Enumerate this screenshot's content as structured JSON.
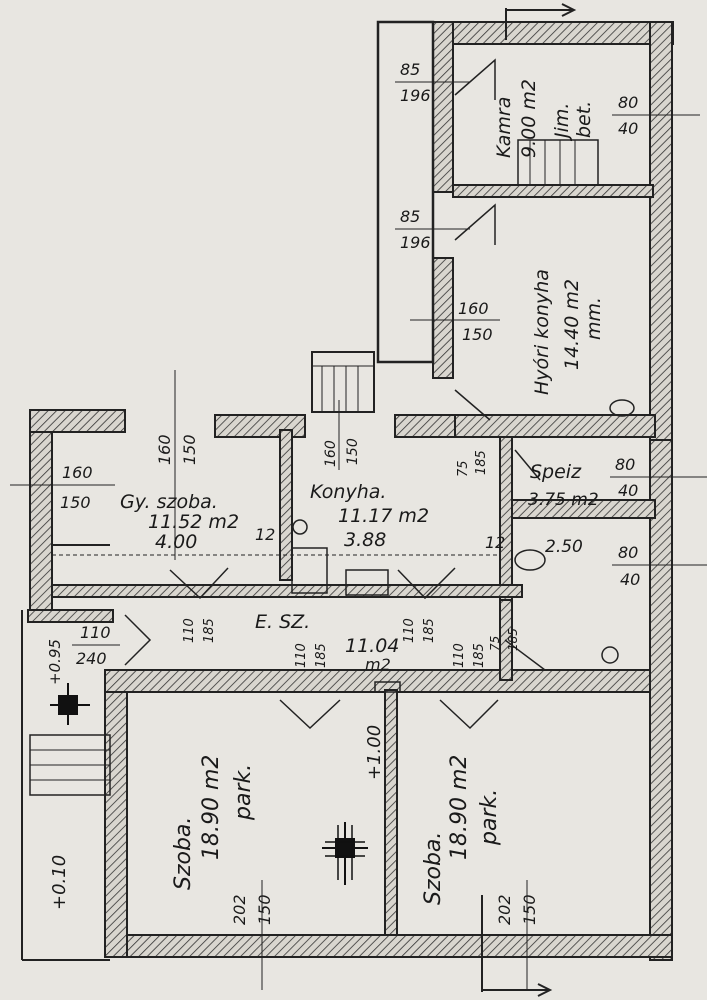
{
  "rooms": {
    "kamra": {
      "name": "Kamra",
      "area": "9.00 m2",
      "note1": "Jim.",
      "note2": "bet."
    },
    "hyori": {
      "name": "Hyóri konyha",
      "area": "14.40 m2",
      "floor": "mm."
    },
    "konyha": {
      "name": "Konyha.",
      "area": "11.17 m2",
      "height": "3.88"
    },
    "gyszoba": {
      "name": "Gy. szoba.",
      "area": "11.52 m2",
      "height": "4.00"
    },
    "speiz": {
      "name": "Speiz",
      "area": "3.75 m2"
    },
    "furdo": {
      "height": "2.50"
    },
    "esz": {
      "name": "E. SZ.",
      "area_num": "11.04",
      "area_unit": "m2"
    },
    "szoba1": {
      "name": "Szoba.",
      "area": "18.90 m2",
      "floor": "park."
    },
    "szoba2": {
      "name": "Szoba.",
      "area": "18.90 m2",
      "floor": "park."
    }
  },
  "dims": {
    "d85a_t": "85",
    "d85a_b": "196",
    "d85b_t": "85",
    "d85b_b": "196",
    "d80a_t": "80",
    "d80a_b": "40",
    "d160_t": "160",
    "d160_b": "150",
    "w160l_t": "160",
    "w160l_b": "150",
    "w160m_t": "160",
    "w160m_b": "150",
    "w160k_t": "160",
    "w160k_b": "150",
    "d75_t": "75",
    "d75_b": "185",
    "d80b_t": "80",
    "d80b_b": "40",
    "d80c_t": "80",
    "d80c_b": "40",
    "twelve1": "12",
    "twelve2": "12",
    "d110l_t": "110",
    "d110l_b": "240",
    "d110a_t": "110",
    "d110a_b": "185",
    "d110b_t": "110",
    "d110b_b": "185",
    "d110c_t": "110",
    "d110c_b": "185",
    "d110d_t": "110",
    "d110d_b": "185",
    "d75b_t": "75",
    "d75b_b": "185",
    "w202a_t": "202",
    "w202a_b": "150",
    "w202b_t": "202",
    "w202b_b": "150",
    "lvl_095": "+0.95",
    "lvl_100": "+1.00",
    "lvl_010": "+0.10"
  }
}
